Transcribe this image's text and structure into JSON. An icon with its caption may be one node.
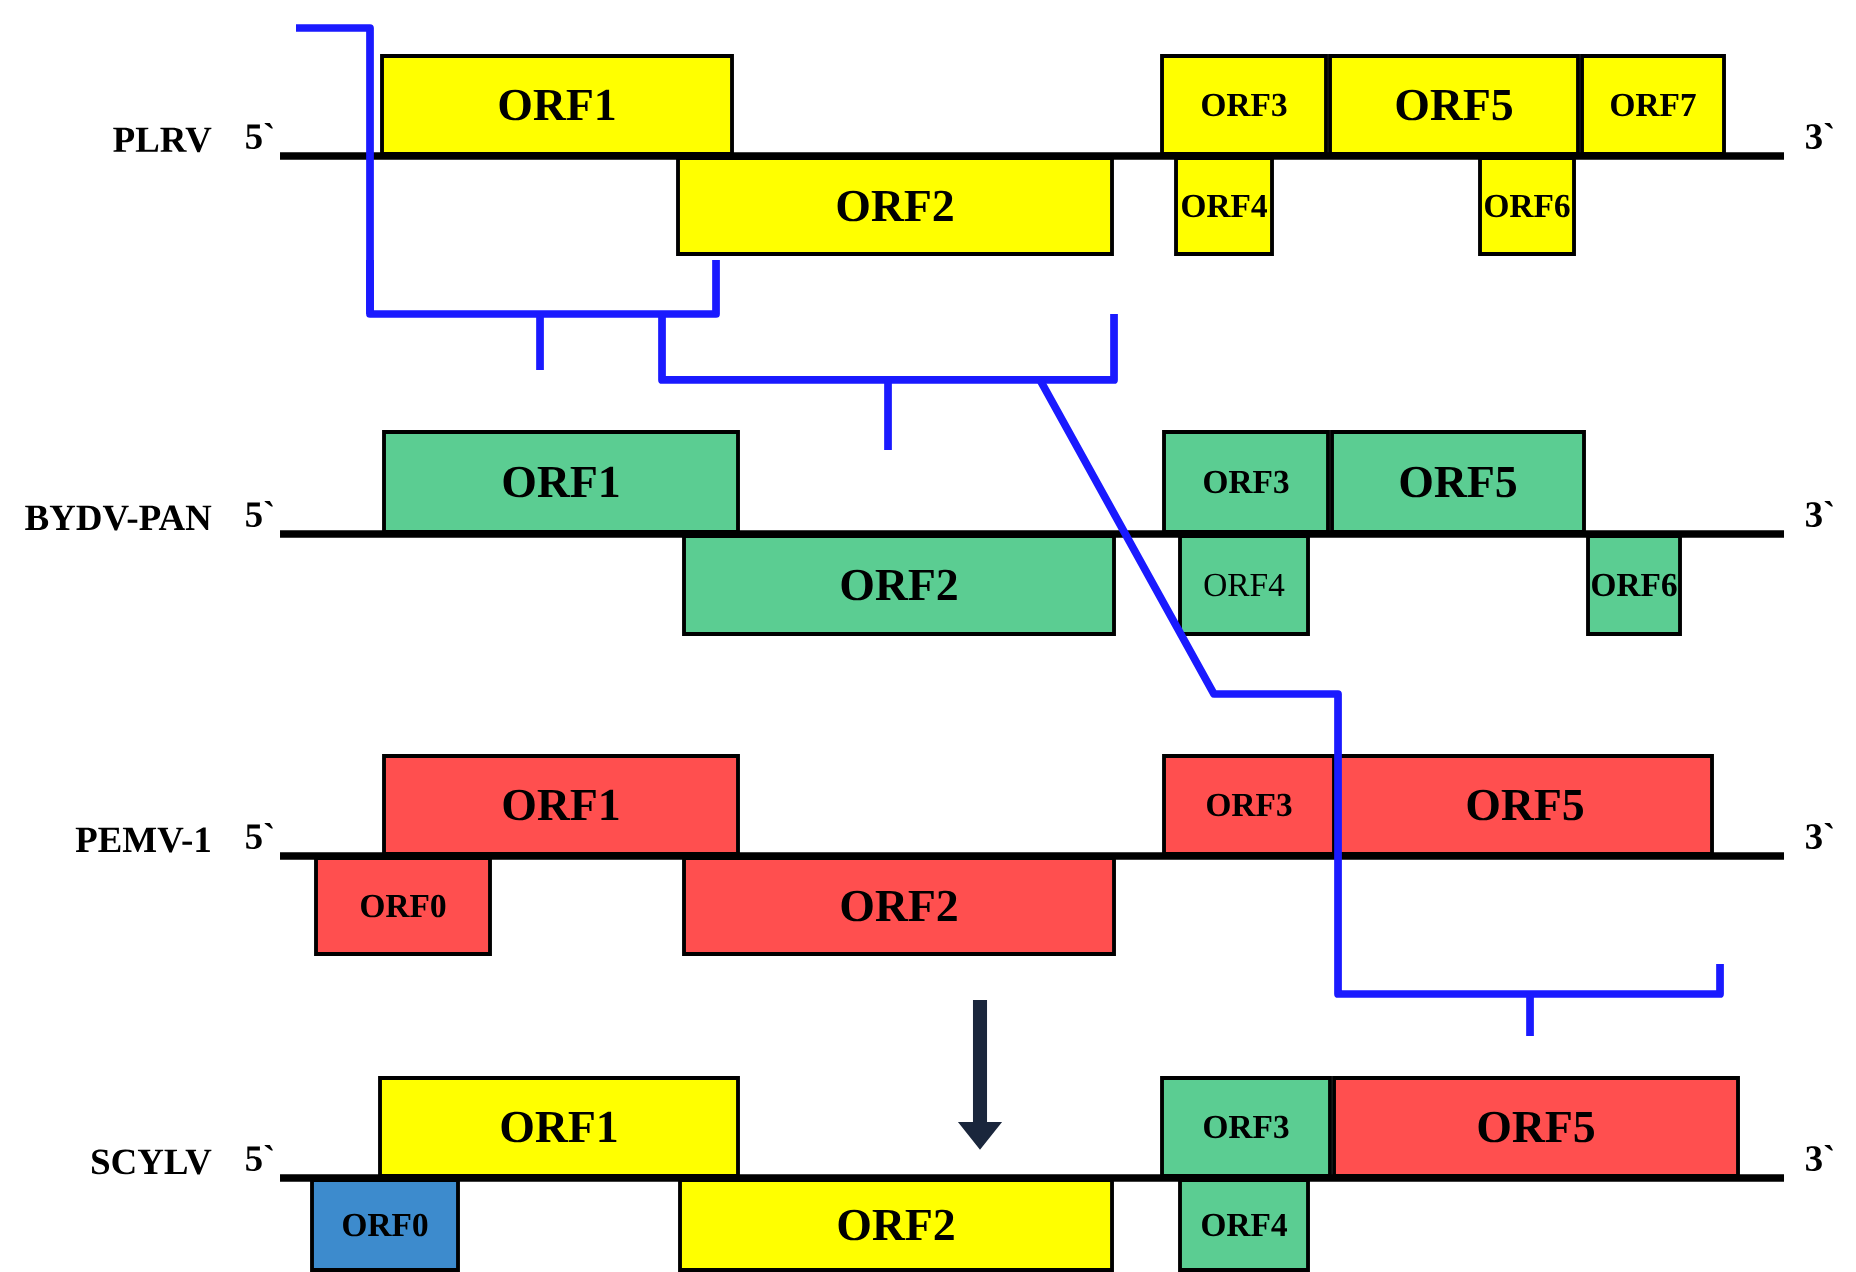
{
  "diagram": {
    "nodes": [
      {
        "text": [
          "ORF1"
        ]
      },
      {
        "text": [
          "ORF2"
        ]
      },
      {
        "text": [
          "ORF3"
        ]
      },
      {
        "text": [
          "ORF5"
        ]
      },
      {
        "text": [
          "ORF7"
        ]
      },
      {
        "text": [
          "ORF4"
        ]
      },
      {
        "text": [
          "ORF6"
        ]
      },
      {
        "text": [
          "ORF1"
        ]
      },
      {
        "text": [
          "ORF2"
        ]
      },
      {
        "text": [
          "ORF3"
        ]
      },
      {
        "text": [
          "ORF5"
        ]
      },
      {
        "text": [
          "ORF4"
        ]
      },
      {
        "text": [
          "ORF6"
        ]
      },
      {
        "text": [
          "ORF1"
        ]
      },
      {
        "text": [
          "ORF0"
        ]
      },
      {
        "text": [
          "ORF2"
        ]
      },
      {
        "text": [
          "ORF3"
        ]
      },
      {
        "text": [
          "ORF5"
        ]
      },
      {
        "text": [
          "ORF1"
        ]
      },
      {
        "text": [
          "ORF0"
        ]
      },
      {
        "text": [
          "ORF2"
        ]
      },
      {
        "text": [
          "ORF3"
        ]
      },
      {
        "text": [
          "ORF5"
        ]
      },
      {
        "text": [
          "ORF4"
        ]
      }
    ],
    "labels": [
      "PLRV",
      "5`",
      "3`",
      "BYDV-PAN",
      "5`",
      "3`",
      "PEMV-1",
      "5`",
      "3`",
      "SCYLV",
      "5`",
      "3`"
    ]
  }
}
